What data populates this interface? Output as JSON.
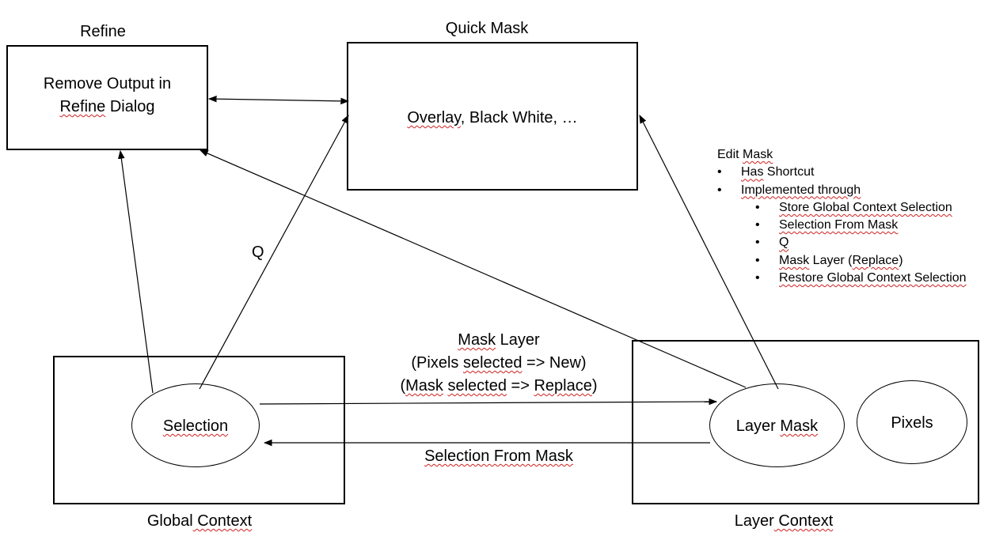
{
  "refine": {
    "title": "Refine",
    "body_line1": "Remove Output in",
    "body_line2_word": "Refine",
    "body_line2_rest": " Dialog"
  },
  "quick_mask": {
    "title": "Quick Mask",
    "body_word": "Overlay",
    "body_rest": ", Black White, …"
  },
  "global_context": {
    "title_word": "Global",
    "title_rest": " Context",
    "selection": "Selection"
  },
  "layer_context": {
    "title_word": "Layer",
    "title_rest": " Context",
    "layer_mask": "Layer Mask",
    "pixels": "Pixels"
  },
  "edges": {
    "q_label": "Q",
    "mask_layer_line1": "Mask Layer",
    "mask_layer_line2": "(Pixels selected => New)",
    "mask_layer_line3": "(Mask selected => Replace)",
    "selection_from_mask": "Selection From Mask"
  },
  "edit_mask_notes": {
    "heading": "Edit Mask",
    "items": [
      "Has Shortcut",
      "Implemented through"
    ],
    "subitems": [
      "Store Global Context Selection",
      "Selection From Mask",
      "Q",
      "Mask Layer (Replace)",
      "Restore Global Context Selection"
    ]
  }
}
